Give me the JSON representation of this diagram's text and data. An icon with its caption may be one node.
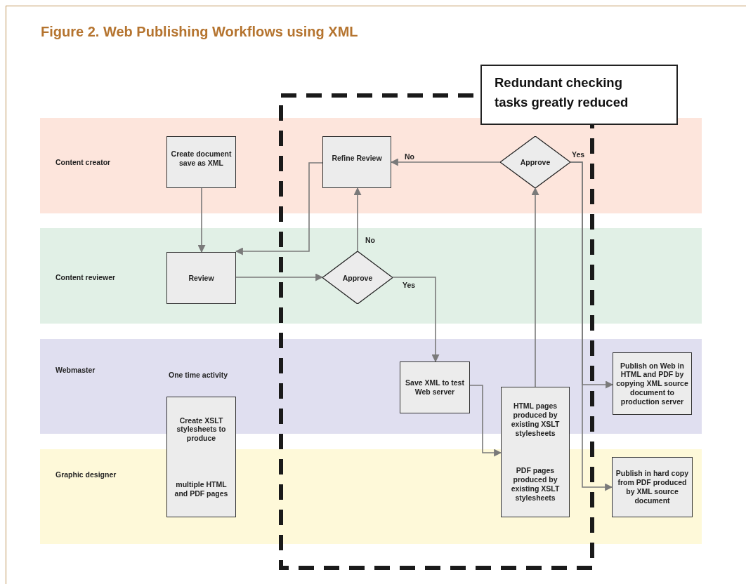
{
  "diagram": {
    "title": "Figure 2. Web Publishing Workflows using XML",
    "nodes": [
      {
        "text": [
          "Redundant checking tasks greatly reduced"
        ]
      },
      {
        "text": [
          "Content creator"
        ]
      },
      {
        "text": [
          "Create document save as XML"
        ],
        "in": 1
      },
      {
        "text": [
          "Refine Review"
        ],
        "in": 1
      },
      {
        "text": [
          "Approve"
        ],
        "in": 1
      },
      {
        "text": [
          "Content reviewer"
        ]
      },
      {
        "text": [
          "Review"
        ],
        "in": 5
      },
      {
        "text": [
          "Approve"
        ],
        "in": 5
      },
      {
        "text": [
          "Webmaster"
        ]
      },
      {
        "text": [
          "Save XML to test Web server"
        ],
        "in": 8
      },
      {
        "text": [
          "Publish on Web in HTML and PDF by copying XML source document to production server"
        ],
        "in": 8
      },
      {
        "text": [
          "Create XSLT stylesheets to produce",
          "multiple HTML and PDF pages"
        ],
        "beside": [
          "One time activity"
        ]
      },
      {
        "text": [
          "HTML pages produced by existing XSLT stylesheets",
          "PDF pages produced by existing XSLT stylesheets"
        ]
      },
      {
        "text": [
          "Graphic designer"
        ]
      },
      {
        "text": [
          "Publish in hard copy from PDF produced by XML source document"
        ],
        "in": 13
      }
    ],
    "edges": [
      {
        "from": 2,
        "to": 6,
        "arrow": "to"
      },
      {
        "from": 3,
        "to": 6,
        "arrow": "to"
      },
      {
        "from": 6,
        "to": 7,
        "arrow": "to"
      },
      {
        "from": 7,
        "to": 3,
        "arrow": "to",
        "label": "No"
      },
      {
        "from": 7,
        "to": 9,
        "arrow": "to",
        "label": "Yes"
      },
      {
        "from": 9,
        "to": 12,
        "arrow": "to"
      },
      {
        "from": 12,
        "to": 4,
        "arrow": "to"
      },
      {
        "from": 4,
        "to": 3,
        "arrow": "to",
        "label": "No"
      },
      {
        "from": 4,
        "to": 10,
        "arrow": "to",
        "label": "Yes"
      },
      {
        "from": 4,
        "to": 14,
        "arrow": "to"
      }
    ]
  }
}
